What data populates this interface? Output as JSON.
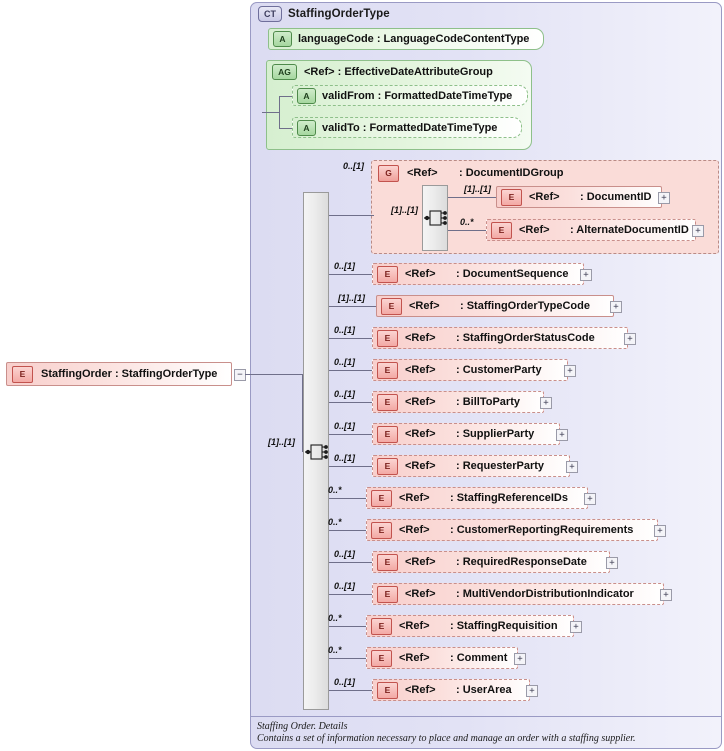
{
  "diagram": {
    "kind": "xsd-schema-diagram",
    "root": {
      "badge": "E",
      "label": "StaffingOrder  :  StaffingOrderType",
      "toggle": "−"
    },
    "complex_type": {
      "badge": "CT",
      "title": "StaffingOrderType"
    },
    "attributes": [
      {
        "badge": "A",
        "label": "languageCode  :  LanguageCodeContentType",
        "required": true
      }
    ],
    "attribute_group": {
      "badge": "AG",
      "label": "<Ref>        :  EffectiveDateAttributeGroup",
      "attributes": [
        {
          "badge": "A",
          "label": "validFrom  :  FormattedDateTimeType",
          "required": false
        },
        {
          "badge": "A",
          "label": "validTo    :  FormattedDateTimeType",
          "required": false
        }
      ]
    },
    "sequence": {
      "multiplicity": "[1]..[1]",
      "icon": "sequence-icon"
    },
    "group": {
      "badge": "G",
      "ref": "<Ref>",
      "type": ": DocumentIDGroup",
      "multiplicity": "0..[1]",
      "inner_sequence_multiplicity": "[1]..[1]",
      "children": [
        {
          "badge": "E",
          "ref": "<Ref>",
          "type": ": DocumentID",
          "multiplicity": "[1]..[1]",
          "required": true,
          "expand": "+"
        },
        {
          "badge": "E",
          "ref": "<Ref>",
          "type": ": AlternateDocumentID",
          "multiplicity": "0..*",
          "required": false,
          "expand": "+"
        }
      ]
    },
    "elements": [
      {
        "badge": "E",
        "ref": "<Ref>",
        "type": ": DocumentSequence",
        "multiplicity": "0..[1]",
        "required": false,
        "expand": "+"
      },
      {
        "badge": "E",
        "ref": "<Ref>",
        "type": ": StaffingOrderTypeCode",
        "multiplicity": "[1]..[1]",
        "required": true,
        "expand": "+"
      },
      {
        "badge": "E",
        "ref": "<Ref>",
        "type": ": StaffingOrderStatusCode",
        "multiplicity": "0..[1]",
        "required": false,
        "expand": "+"
      },
      {
        "badge": "E",
        "ref": "<Ref>",
        "type": ": CustomerParty",
        "multiplicity": "0..[1]",
        "required": false,
        "expand": "+"
      },
      {
        "badge": "E",
        "ref": "<Ref>",
        "type": ": BillToParty",
        "multiplicity": "0..[1]",
        "required": false,
        "expand": "+"
      },
      {
        "badge": "E",
        "ref": "<Ref>",
        "type": ": SupplierParty",
        "multiplicity": "0..[1]",
        "required": false,
        "expand": "+"
      },
      {
        "badge": "E",
        "ref": "<Ref>",
        "type": ": RequesterParty",
        "multiplicity": "0..[1]",
        "required": false,
        "expand": "+"
      },
      {
        "badge": "E",
        "ref": "<Ref>",
        "type": ": StaffingReferenceIDs",
        "multiplicity": "0..*",
        "required": false,
        "expand": "+"
      },
      {
        "badge": "E",
        "ref": "<Ref>",
        "type": ": CustomerReportingRequirements",
        "multiplicity": "0..*",
        "required": false,
        "expand": "+"
      },
      {
        "badge": "E",
        "ref": "<Ref>",
        "type": ": RequiredResponseDate",
        "multiplicity": "0..[1]",
        "required": false,
        "expand": "+"
      },
      {
        "badge": "E",
        "ref": "<Ref>",
        "type": ": MultiVendorDistributionIndicator",
        "multiplicity": "0..[1]",
        "required": false,
        "expand": "+"
      },
      {
        "badge": "E",
        "ref": "<Ref>",
        "type": ": StaffingRequisition",
        "multiplicity": "0..*",
        "required": false,
        "expand": "+"
      },
      {
        "badge": "E",
        "ref": "<Ref>",
        "type": ": Comment",
        "multiplicity": "0..*",
        "required": false,
        "expand": "+"
      },
      {
        "badge": "E",
        "ref": "<Ref>",
        "type": ": UserArea",
        "multiplicity": "0..[1]",
        "required": false,
        "expand": "+"
      }
    ],
    "annotation": {
      "line1": "Staffing Order. Details",
      "line2": "Contains a set of information necessary to place and manage an order with a staffing supplier."
    },
    "colors": {
      "element_fill": "#f8cfcc",
      "attribute_fill": "#d8f0d2",
      "container_fill": "#dcdcf2",
      "group_region_fill": "#fadcd8",
      "border": "#9a9ac4"
    }
  }
}
